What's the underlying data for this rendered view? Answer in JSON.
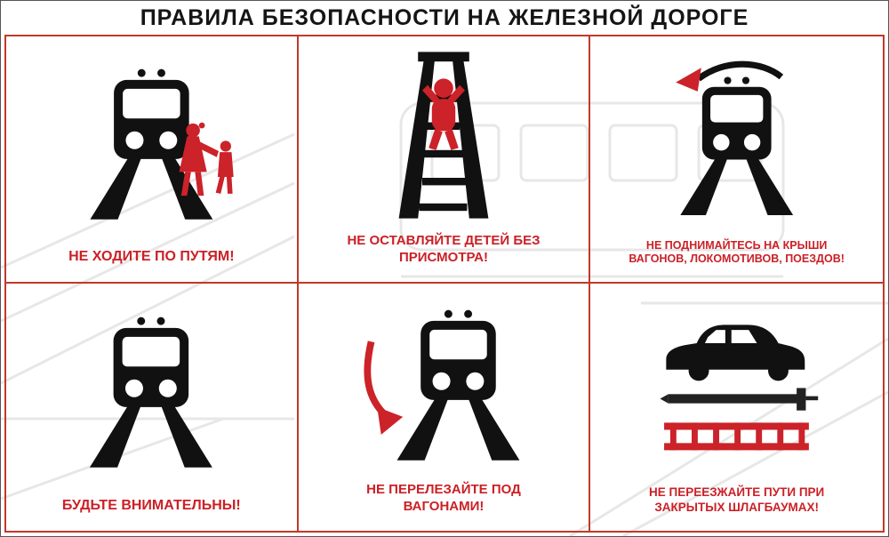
{
  "title": "ПРАВИЛА БЕЗОПАСНОСТИ НА ЖЕЛЕЗНОЙ ДОРОГЕ",
  "colors": {
    "caption_red": "#cb2026",
    "grid_red": "#c0392b",
    "pictogram_black": "#111111",
    "figure_red": "#cc2229"
  },
  "panels": [
    {
      "icon": "train-front-with-pedestrians",
      "caption": "НЕ ХОДИТЕ ПО ПУТЯМ!"
    },
    {
      "icon": "child-climbing-ladder",
      "caption": "НЕ ОСТАВЛЯЙТЕ ДЕТЕЙ БЕЗ ПРИСМОТРА!"
    },
    {
      "icon": "train-roof-arrow",
      "caption": "НЕ ПОДНИМАЙТЕСЬ НА КРЫШИ ВАГОНОВ, ЛОКОМОТИВОВ, ПОЕЗДОВ!"
    },
    {
      "icon": "train-front",
      "caption": "БУДЬТЕ ВНИМАТЕЛЬНЫ!"
    },
    {
      "icon": "train-under-arrow",
      "caption": "НЕ ПЕРЕЛЕЗАЙТЕ ПОД ВАГОНАМИ!"
    },
    {
      "icon": "car-and-closed-barrier",
      "caption": "НЕ ПЕРЕЕЗЖАЙТЕ ПУТИ ПРИ ЗАКРЫТЫХ ШЛАГБАУМАХ!"
    }
  ]
}
